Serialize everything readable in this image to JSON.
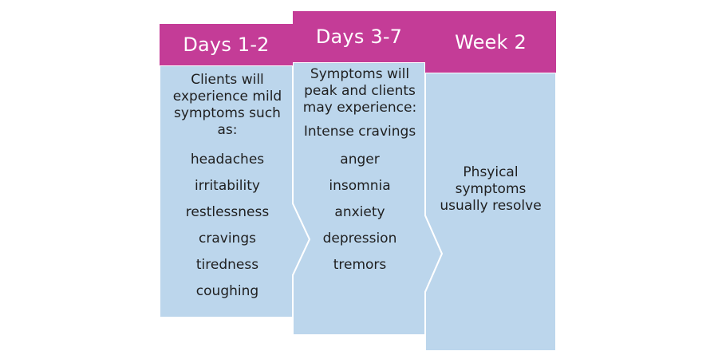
{
  "stages": [
    {
      "header": "Days 1-2",
      "intro": "Clients will experience mild symptoms such as:",
      "items": [
        "headaches",
        "irritability",
        "restlessness",
        "cravings",
        "tiredness",
        "coughing"
      ]
    },
    {
      "header": "Days 3-7",
      "intro": "Symptoms will peak and clients may experience:",
      "items": [
        "Intense cravings",
        "anger",
        "insomnia",
        "anxiety",
        "depression",
        "tremors"
      ]
    },
    {
      "header": "Week 2",
      "intro": "Phsyical symptoms usually resolve",
      "items": []
    }
  ],
  "colors": {
    "header_fill": "#c43c97",
    "body_fill": "#bcd6ec",
    "edge_stroke": "#ffffff",
    "header_text": "#ffffff",
    "body_text": "#1f1f1f"
  }
}
